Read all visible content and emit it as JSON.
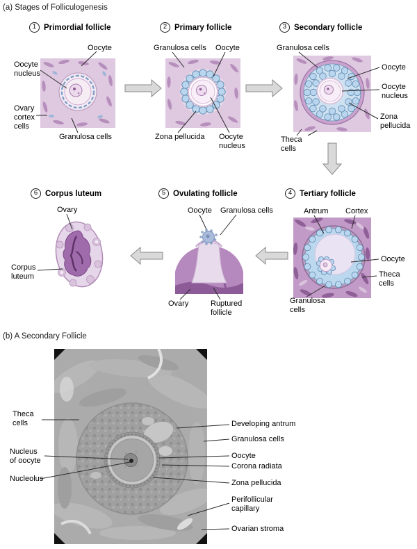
{
  "figure": {
    "section_a": {
      "heading": "(a) Stages of Folliculogenesis",
      "stages": [
        {
          "number": "1",
          "title": "Primordial follicle",
          "labels": {
            "oocyte": "Oocyte",
            "oocyte_nucleus": "Oocyte nucleus",
            "ovary_cortex_cells": "Ovary cortex cells",
            "granulosa_cells": "Granulosa cells"
          }
        },
        {
          "number": "2",
          "title": "Primary follicle",
          "labels": {
            "granulosa_cells": "Granulosa cells",
            "oocyte": "Oocyte",
            "zona_pellucida": "Zona pellucida",
            "oocyte_nucleus": "Oocyte nucleus"
          }
        },
        {
          "number": "3",
          "title": "Secondary follicle",
          "labels": {
            "granulosa_cells": "Granulosa cells",
            "oocyte": "Oocyte",
            "oocyte_nucleus": "Oocyte nucleus",
            "zona_pellucida": "Zona pellucida",
            "theca_cells": "Theca cells"
          }
        },
        {
          "number": "4",
          "title": "Tertiary follicle",
          "labels": {
            "antrum": "Antrum",
            "cortex": "Cortex",
            "oocyte": "Oocyte",
            "theca_cells": "Theca cells",
            "granulosa_cells": "Granulosa cells"
          }
        },
        {
          "number": "5",
          "title": "Ovulating follicle",
          "labels": {
            "oocyte": "Oocyte",
            "granulosa_cells": "Granulosa cells",
            "ovary": "Ovary",
            "ruptured_follicle": "Ruptured follicle"
          }
        },
        {
          "number": "6",
          "title": "Corpus luteum",
          "labels": {
            "ovary": "Ovary",
            "corpus_luteum": "Corpus luteum"
          }
        }
      ]
    },
    "section_b": {
      "heading": "(b) A Secondary Follicle",
      "labels_left": {
        "theca_cells": "Theca cells",
        "nucleus_of_oocyte": "Nucleus of oocyte",
        "nucleolus": "Nucleolus"
      },
      "labels_right": {
        "developing_antrum": "Developing antrum",
        "granulosa_cells": "Granulosa cells",
        "oocyte": "Oocyte",
        "corona_radiata": "Corona radiata",
        "zona_pellucida": "Zona pellucida",
        "perifollicular_capillary": "Perifollicular capillary",
        "ovarian_stroma": "Ovarian stroma"
      }
    },
    "colors": {
      "tissue_purple": "#cfaed2",
      "granulosa_blue": "#b9d6ee",
      "arrow_gray": "#d9d9d9",
      "micrograph_gray": "#ababab"
    }
  }
}
